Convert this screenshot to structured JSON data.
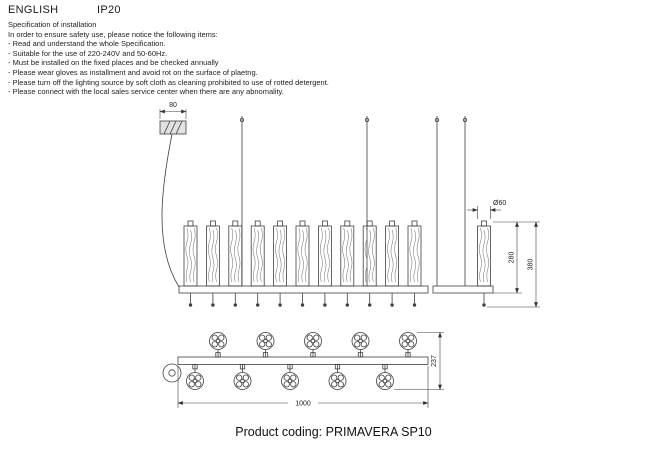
{
  "header": {
    "language": "ENGLISH",
    "ip_rating": "IP20"
  },
  "spec": {
    "title": "Specification of installation",
    "intro": "In order to ensure safety use, please notice the following items:",
    "items": [
      "- Read and understand the whole Specification.",
      "- Suitable for the use of 220-240V and 50-60Hz.",
      "- Must be installed on the fixed places and be checked annually",
      "- Please wear gloves as installment and avoid rot on the surface of plaetng.",
      "- Please turn off the lighting source by soft cloth as cleaning prohibited to use of rotted detergent.",
      "- Please connect with the local sales service center when there are any abnomality."
    ]
  },
  "drawing": {
    "dims": {
      "canopy_width": "80",
      "shade_diameter": "Ø60",
      "shade_drop": "280",
      "total_drop": "380",
      "fixture_length": "1000",
      "fixture_depth": "237"
    }
  },
  "footer": {
    "product_coding": "Product coding: PRIMAVERA SP10"
  }
}
